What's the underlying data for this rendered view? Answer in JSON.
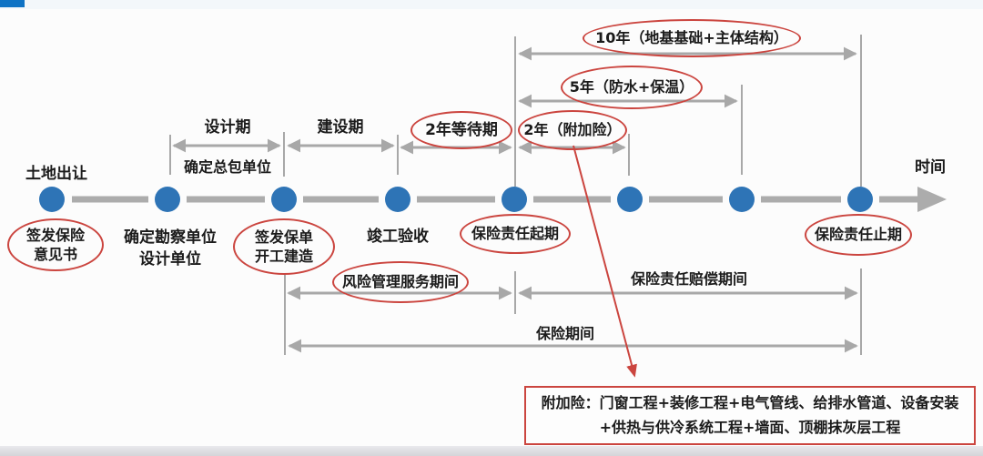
{
  "colors": {
    "dot_blue": "#2e74b6",
    "corner_blue": "#0e72c4",
    "line_gray": "#a8a8a8",
    "accent_red": "#cb453f",
    "text_black": "#1b1b1b"
  },
  "timeline": {
    "axis_label": "时间",
    "milestones": [
      {
        "id": "land-transfer",
        "above": "土地出让",
        "below": [
          "签发保险",
          "意见书"
        ],
        "circled": true
      },
      {
        "id": "survey-design",
        "above": "确定总包单位",
        "below": [
          "确定勘察单位",
          "设计单位"
        ],
        "circled": false
      },
      {
        "id": "policy-issued",
        "below": [
          "签发保单",
          "开工建造"
        ],
        "circled": true
      },
      {
        "id": "completion",
        "below": [
          "竣工验收"
        ],
        "circled": false
      },
      {
        "id": "liability-start",
        "below": [
          "保险责任起期"
        ],
        "circled": true
      },
      {
        "id": "node-6"
      },
      {
        "id": "node-7"
      },
      {
        "id": "liability-end",
        "below": [
          "保险责任止期"
        ],
        "circled": true
      }
    ],
    "spans_top": [
      {
        "label": "设计期",
        "circled": false
      },
      {
        "label": "建设期",
        "circled": false
      },
      {
        "label": "2年等待期",
        "circled": true
      },
      {
        "label": "2年（附加险）",
        "circled": true
      },
      {
        "label": "5年（防水+保温）",
        "circled": true
      },
      {
        "label": "10年（地基基础+主体结构）",
        "circled": true
      }
    ],
    "spans_bottom": [
      {
        "label": "风险管理服务期间",
        "circled": true
      },
      {
        "label": "保险责任赔偿期间",
        "circled": false
      },
      {
        "label": "保险期间",
        "circled": false
      }
    ]
  },
  "callout": {
    "lines": [
      "附加险：门窗工程+装修工程+电气管线、给排水管道、设备安装",
      "+供热与供冷系统工程+墙面、顶棚抹灰层工程"
    ]
  }
}
